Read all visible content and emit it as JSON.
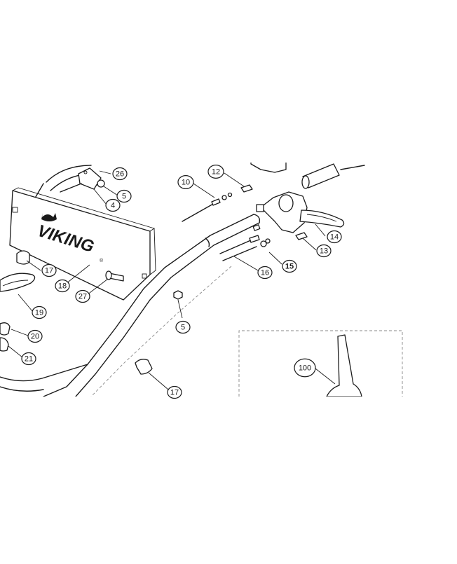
{
  "diagram": {
    "brand_logo": "VIKING",
    "highlight_color": "#f07c1e",
    "callouts": [
      {
        "id": "c26",
        "label": "26"
      },
      {
        "id": "c5a",
        "label": "5"
      },
      {
        "id": "c4",
        "label": "4"
      },
      {
        "id": "c10",
        "label": "10"
      },
      {
        "id": "c12",
        "label": "12"
      },
      {
        "id": "c14",
        "label": "14"
      },
      {
        "id": "c13",
        "label": "13"
      },
      {
        "id": "c15",
        "label": "15",
        "highlighted": true
      },
      {
        "id": "c16",
        "label": "16"
      },
      {
        "id": "c17a",
        "label": "17"
      },
      {
        "id": "c18",
        "label": "18"
      },
      {
        "id": "c27",
        "label": "27"
      },
      {
        "id": "c19",
        "label": "19"
      },
      {
        "id": "c20",
        "label": "20"
      },
      {
        "id": "c21",
        "label": "21"
      },
      {
        "id": "c5b",
        "label": "5"
      },
      {
        "id": "c17b",
        "label": "17"
      },
      {
        "id": "c100",
        "label": "100"
      }
    ]
  }
}
